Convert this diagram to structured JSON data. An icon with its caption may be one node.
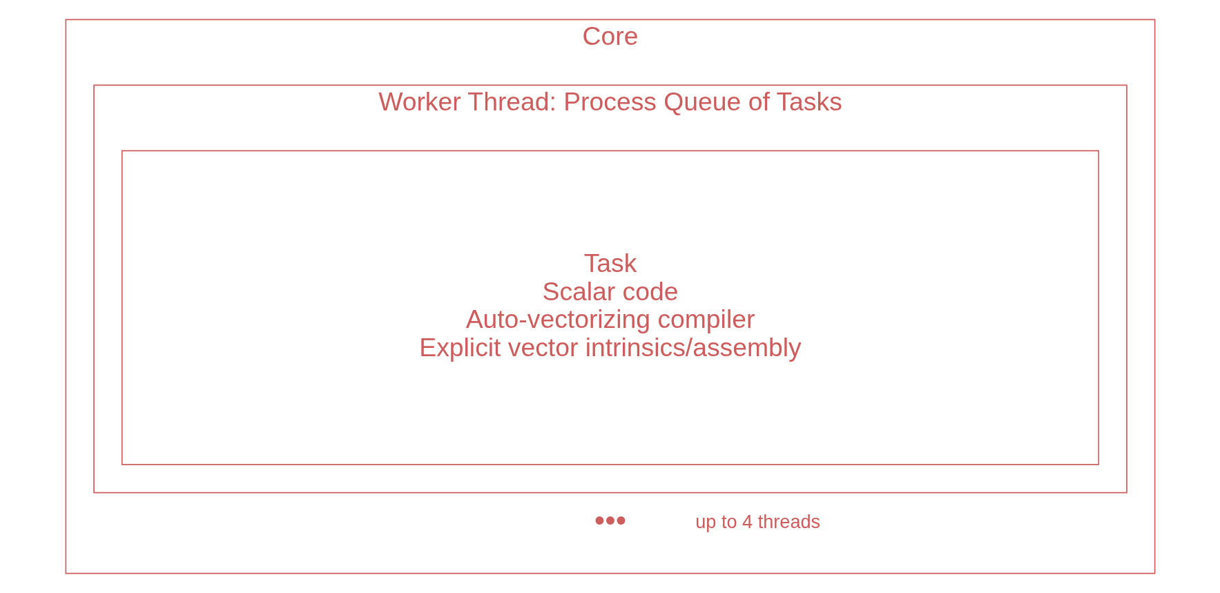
{
  "diagram": {
    "nodes": [
      {
        "text": [
          "Core"
        ]
      },
      {
        "text": [
          "Worker Thread: Process Queue of Tasks"
        ],
        "in": 0
      },
      {
        "text": [
          "Task",
          "Scalar code",
          "Auto-vectorizing compiler",
          "Explicit vector intrinsics/assembly"
        ],
        "in": 1
      }
    ],
    "edges": [],
    "labels": [
      "•••",
      "up to 4 threads"
    ]
  }
}
